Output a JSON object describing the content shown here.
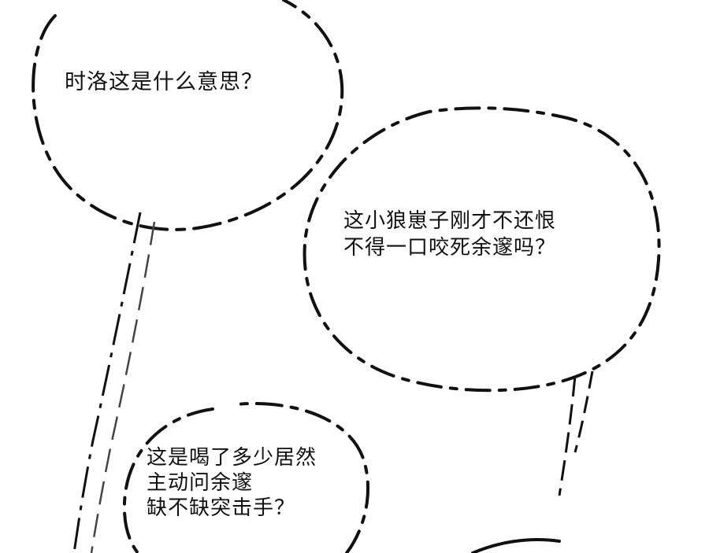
{
  "bubbles": [
    {
      "lines": [
        "时洛这是什么意思？"
      ]
    },
    {
      "lines": [
        "这小狼崽子刚才不还恨",
        "不得一口咬死余邃吗？"
      ]
    },
    {
      "lines": [
        "这是喝了多少居然",
        "主动问余邃",
        "缺不缺突击手？"
      ]
    }
  ],
  "colors": {
    "ink": "#111111",
    "paper": "#ffffff"
  }
}
